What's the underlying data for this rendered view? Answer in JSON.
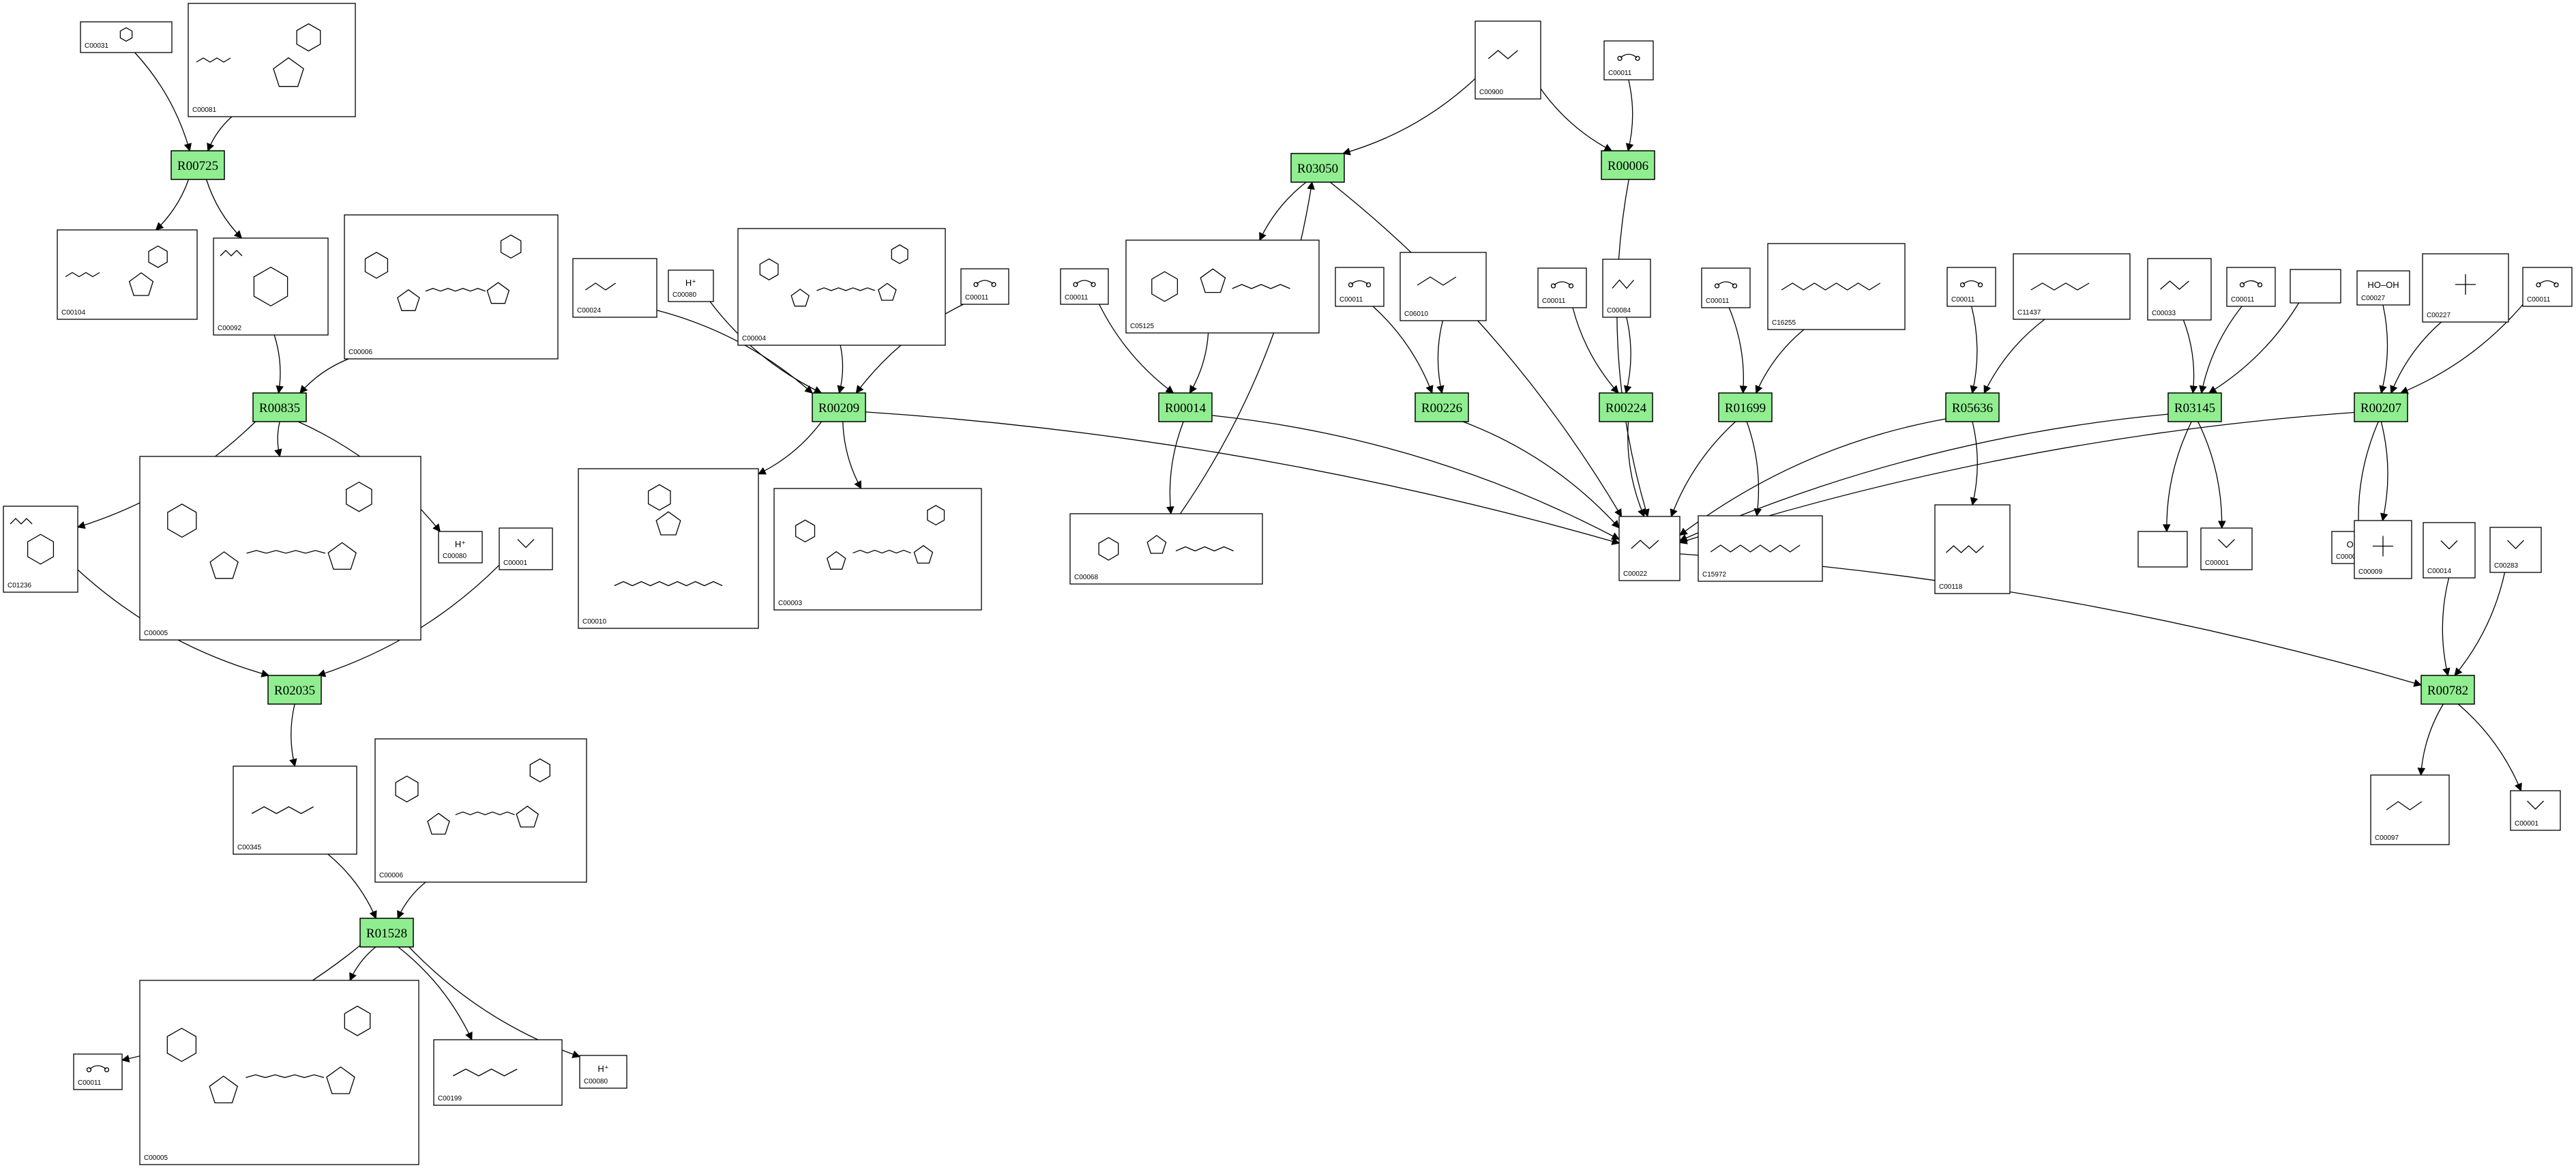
{
  "reactions": [
    {
      "id": "R00725"
    },
    {
      "id": "R00835"
    },
    {
      "id": "R02035"
    },
    {
      "id": "R01528"
    },
    {
      "id": "R00209"
    },
    {
      "id": "R03050"
    },
    {
      "id": "R00014"
    },
    {
      "id": "R00006"
    },
    {
      "id": "R00226"
    },
    {
      "id": "R00224"
    },
    {
      "id": "R01699"
    },
    {
      "id": "R05636"
    },
    {
      "id": "R03145"
    },
    {
      "id": "R00207"
    },
    {
      "id": "R00782"
    }
  ],
  "compounds": [
    {
      "key": "c1",
      "id": "C00031",
      "label": "",
      "mol": "sugar"
    },
    {
      "key": "c2",
      "id": "C00081",
      "label": "",
      "mol": "nucleotide"
    },
    {
      "key": "c3",
      "id": "C00104",
      "label": "",
      "mol": "nucleotide"
    },
    {
      "key": "c4",
      "id": "C00092",
      "label": "",
      "mol": "sugarP"
    },
    {
      "key": "c5",
      "id": "C00006",
      "label": "",
      "mol": "nad"
    },
    {
      "key": "c6",
      "id": "C01236",
      "label": "",
      "mol": "sugarP"
    },
    {
      "key": "c7",
      "id": "C00005",
      "label": "",
      "mol": "nad"
    },
    {
      "key": "c8",
      "id": "C00080",
      "label": "H⁺",
      "mol": "none"
    },
    {
      "key": "c9",
      "id": "C00001",
      "label": "",
      "mol": "water"
    },
    {
      "key": "c10",
      "id": "C00345",
      "label": "",
      "mol": "chainP"
    },
    {
      "key": "c11",
      "id": "C00006",
      "label": "",
      "mol": "nad"
    },
    {
      "key": "c12",
      "id": "C00011",
      "label": "",
      "mol": "co2"
    },
    {
      "key": "c13",
      "id": "C00005",
      "label": "",
      "mol": "nad"
    },
    {
      "key": "c14",
      "id": "C00199",
      "label": "",
      "mol": "chainP"
    },
    {
      "key": "c15",
      "id": "C00080",
      "label": "H⁺",
      "mol": "none"
    },
    {
      "key": "c16",
      "id": "C00024",
      "label": "",
      "mol": "acetylcoa"
    },
    {
      "key": "c17",
      "id": "C00080",
      "label": "H⁺",
      "mol": "none"
    },
    {
      "key": "c18",
      "id": "C00004",
      "label": "",
      "mol": "nad"
    },
    {
      "key": "c19",
      "id": "C00011",
      "label": "",
      "mol": "co2"
    },
    {
      "key": "c20",
      "id": "C00010",
      "label": "",
      "mol": "coa"
    },
    {
      "key": "c21",
      "id": "C00003",
      "label": "",
      "mol": "nad"
    },
    {
      "key": "c22",
      "id": "C00011",
      "label": "",
      "mol": "co2"
    },
    {
      "key": "c23",
      "id": "C05125",
      "label": "",
      "mol": "thiamine"
    },
    {
      "key": "c24",
      "id": "C00068",
      "label": "",
      "mol": "thiamine"
    },
    {
      "key": "c25",
      "id": "C00900",
      "label": "",
      "mol": "keto"
    },
    {
      "key": "c26",
      "id": "C00011",
      "label": "",
      "mol": "co2"
    },
    {
      "key": "c27",
      "id": "C00011",
      "label": "",
      "mol": "co2"
    },
    {
      "key": "c28",
      "id": "C06010",
      "label": "",
      "mol": "keto"
    },
    {
      "key": "c29",
      "id": "C00011",
      "label": "",
      "mol": "co2"
    },
    {
      "key": "c30",
      "id": "C00084",
      "label": "",
      "mol": "small"
    },
    {
      "key": "c31",
      "id": "C00022",
      "label": "",
      "mol": "small"
    },
    {
      "key": "c32",
      "id": "C00011",
      "label": "",
      "mol": "co2"
    },
    {
      "key": "c33",
      "id": "C16255",
      "label": "",
      "mol": "lipoyl"
    },
    {
      "key": "c34",
      "id": "C15972",
      "label": "",
      "mol": "lipoyl"
    },
    {
      "key": "c35",
      "id": "C00011",
      "label": "",
      "mol": "co2"
    },
    {
      "key": "c36",
      "id": "C11437",
      "label": "",
      "mol": "chainP"
    },
    {
      "key": "c37",
      "id": "C00118",
      "label": "",
      "mol": "chainP"
    },
    {
      "key": "c38",
      "id": "C00033",
      "label": "",
      "mol": "small"
    },
    {
      "key": "c39",
      "id": "C00011",
      "label": "",
      "mol": "co2"
    },
    {
      "key": "c40",
      "id": "",
      "label": "",
      "mol": "none"
    },
    {
      "key": "c41",
      "id": "",
      "label": "",
      "mol": "none"
    },
    {
      "key": "c42",
      "id": "C00001",
      "label": "",
      "mol": "water"
    },
    {
      "key": "c43",
      "id": "C00027",
      "label": "HO–OH",
      "mol": "none"
    },
    {
      "key": "c44",
      "id": "C00227",
      "label": "",
      "mol": "phosph"
    },
    {
      "key": "c45",
      "id": "C00011",
      "label": "",
      "mol": "co2"
    },
    {
      "key": "c46",
      "id": "C00007",
      "label": "O=O",
      "mol": "none"
    },
    {
      "key": "c47",
      "id": "C00009",
      "label": "",
      "mol": "phosph"
    },
    {
      "key": "c48",
      "id": "C00014",
      "label": "",
      "mol": "water"
    },
    {
      "key": "c49",
      "id": "C00283",
      "label": "",
      "mol": "water"
    },
    {
      "key": "c50",
      "id": "C00097",
      "label": "",
      "mol": "small"
    },
    {
      "key": "c51",
      "id": "C00001",
      "label": "",
      "mol": "water"
    }
  ]
}
